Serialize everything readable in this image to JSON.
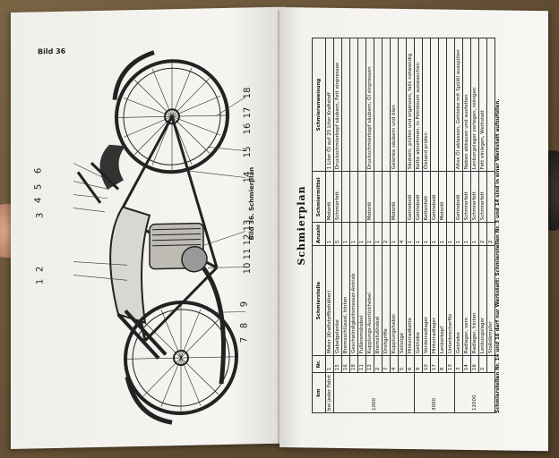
{
  "left_page": {
    "page_label": "Bild 36",
    "caption": "Bild 36. Schmierplan",
    "callouts": [
      "1",
      "2",
      "3",
      "4",
      "5",
      "6",
      "7",
      "8",
      "9",
      "10",
      "11",
      "12",
      "13",
      "14",
      "15",
      "16",
      "17",
      "18"
    ]
  },
  "right_page": {
    "title": "Schmierplan",
    "headers": {
      "km": "km",
      "interval": "bei jeder Fahrt",
      "nr": "Nr.",
      "point": "Schmierstelle",
      "count": "Anzahl",
      "agent": "Schmiermittel",
      "action": "Schmieranweisung"
    },
    "groups": [
      {
        "km": "",
        "label": "bei jeder Fahrt",
        "rows": [
          {
            "nr": "1",
            "point": "Motor (Kraftstoffbehälter)",
            "count": "1",
            "agent": "Motoröl",
            "action": "1 Liter Öl auf 25 Liter Kraftstoff"
          }
        ]
      },
      {
        "km": "1000",
        "label": "",
        "rows": [
          {
            "nr": "15",
            "point": "Gabelgelenke",
            "count": "5",
            "agent": "Schmierfett",
            "action": "Druckschmierkopf säubern, Fett einpressen"
          },
          {
            "nr": "16",
            "point": "Bremsschlüssel, hinten",
            "count": "1",
            "agent": "",
            "action": ""
          },
          {
            "nr": "18",
            "point": "Geschwindigkeitsmesser-Antrieb",
            "count": "1",
            "agent": "",
            "action": ""
          },
          {
            "nr": "11",
            "point": "Fußbremshebel",
            "count": "1",
            "agent": "",
            "action": ""
          },
          {
            "nr": "12",
            "point": "Kupplungs-Ausrückhebel",
            "count": "1",
            "agent": "Motoröl",
            "action": "Druckschmierkopf säubern, Öl einpressen"
          },
          {
            "nr": "2",
            "point": "Bremsfußhebel",
            "count": "1",
            "agent": "",
            "action": ""
          },
          {
            "nr": "7",
            "point": "Drehgriffe",
            "count": "2",
            "agent": "",
            "action": ""
          },
          {
            "nr": "4",
            "point": "Kupplungshebel",
            "count": "1",
            "agent": "Motoröl",
            "action": "Gelenke säubern und ölen"
          },
          {
            "nr": "5",
            "point": "Seilzüge",
            "count": "4",
            "agent": "",
            "action": ""
          },
          {
            "nr": "6",
            "point": "Hinterradkette",
            "count": "1",
            "agent": "Getriebeöl",
            "action": "Säubern, prüfen und ergänzen, falls notwendig"
          }
        ]
      },
      {
        "km": "3000",
        "label": "",
        "rows": [
          {
            "nr": "9",
            "point": "Getriebe",
            "count": "1",
            "agent": "Getriebeöl",
            "action": "Kette abnehmen, in Petroleum auswaschen"
          },
          {
            "nr": "10",
            "point": "Vorderradlager",
            "count": "1",
            "agent": "Kettenfett",
            "action": "Ölstand prüfen"
          },
          {
            "nr": "17",
            "point": "Hinterradlager",
            "count": "1",
            "agent": "Getriebeöl",
            "action": ""
          },
          {
            "nr": "8",
            "point": "Lenkerkopf",
            "count": "1",
            "agent": "Motoröl",
            "action": ""
          },
          {
            "nr": "13",
            "point": "Unterbrecherfilz",
            "count": "1",
            "agent": "",
            "action": ""
          }
        ]
      },
      {
        "km": "12000",
        "label": "",
        "rows": [
          {
            "nr": "3",
            "point": "Getriebe",
            "count": "1",
            "agent": "Getriebeöl",
            "action": "Altes Öl ablassen, Getriebe mit Spülöl ausspülen"
          },
          {
            "nr": "14",
            "point": "Radlager, vorn",
            "count": "1",
            "agent": "Schmierfett",
            "action": "Naben abbauen und ausfetten"
          },
          {
            "nr": "16",
            "point": "Radlager, hinten",
            "count": "1",
            "agent": "Schmierfett",
            "action": "Lenkungslager zerlegen, reinigen"
          },
          {
            "nr": "2",
            "point": "Lenkungslager",
            "count": "2",
            "agent": "Schmierfett",
            "action": "Fett einlegen, Werkstatt"
          },
          {
            "nr": "",
            "point": "Stoßdämpfer",
            "count": "2",
            "agent": "",
            "action": ""
          }
        ]
      }
    ],
    "footnote": "Schmierstellen Nr. 14 und 16 darf nur Werkstatt: Schmierstellen Nr. 3 und 14 sind in einer Werkstatt aufzufüllen."
  }
}
